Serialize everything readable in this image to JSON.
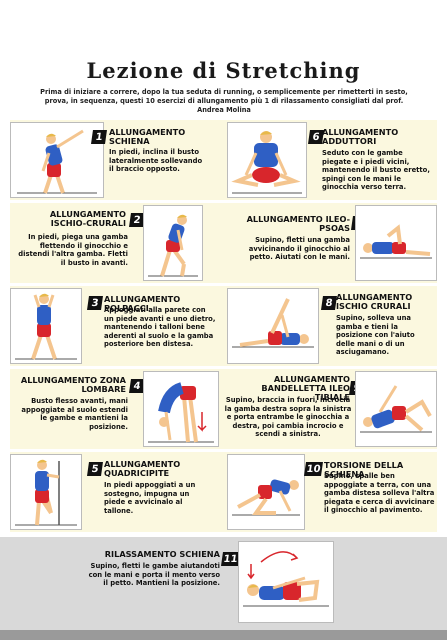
{
  "header": {
    "title": "Lezione di Stretching",
    "intro": "Prima di iniziare a correre, dopo la tua seduta di running, o semplicemente per rimetterti in sesto, prova, in sequenza, questi 10 esercizi di allungamento più 1 di rilassamento consigliati dal prof. Andrea Molina"
  },
  "exercises": [
    {
      "num": "1",
      "title": "ALLUNGAMENTO SCHIENA",
      "desc": "In piedi, inclina il busto lateralmente sollevando il braccio opposto."
    },
    {
      "num": "2",
      "title": "ALLUNGAMENTO ISCHIO-CRURALI",
      "desc": "In piedi, piega una gamba flettendo il ginocchio e distendi l'altra gamba. Fletti il busto in avanti."
    },
    {
      "num": "3",
      "title": "ALLUNGAMENTO POLPACCI",
      "desc": "Appoggiati alla parete con un piede avanti e uno dietro, mantenendo i talloni bene aderenti al suolo e la gamba posteriore ben distesa."
    },
    {
      "num": "4",
      "title": "ALLUNGAMENTO ZONA LOMBARE",
      "desc": "Busto flesso avanti, mani appoggiate al suolo estendi le gambe e mantieni la posizione."
    },
    {
      "num": "5",
      "title": "ALLUNGAMENTO QUADRICIPITE",
      "desc": "In piedi appoggiati a un sostegno, impugna un piede e avvicinalo al tallone."
    },
    {
      "num": "6",
      "title": "ALLUNGAMENTO ADDUTTORI",
      "desc": "Seduto con le gambe piegate e i piedi vicini, mantenendo il busto eretto, spingi con le mani le ginocchia verso terra."
    },
    {
      "num": "7",
      "title": "ALLUNGAMENTO ILEO-PSOAS",
      "desc": "Supino, fletti una gamba avvicinando il ginocchio al petto. Aiutati con le mani."
    },
    {
      "num": "8",
      "title": "ALLUNGAMENTO ISCHIO CRURALI",
      "desc": "Supino, solleva una gamba e tieni la posizione con l'aiuto delle mani o di un asciugamano."
    },
    {
      "num": "9",
      "title": "ALLUNGAMENTO BANDELLETTA ILEO TIBIALE",
      "desc": "Supino, braccia in fuori, incrocia la gamba destra sopra la sinistra e porta entrambe le ginocchia a destra, poi cambia incrocio e scendi a sinistra."
    },
    {
      "num": "10",
      "title": "TORSIONE DELLA SCHIENA",
      "desc": "Supino, spalle ben appoggiate a terra, con una gamba distesa solleva l'altra piegata e cerca di avvicinare il ginocchio al pavimento."
    },
    {
      "num": "11",
      "title": "RILASSAMENTO SCHIENA",
      "desc": "Supino, fletti le gambe aiutandoti con le mani e porta il mento verso il petto. Mantieni la posizione."
    }
  ],
  "colors": {
    "shirt": "#2f5fc4",
    "shorts": "#d8262c",
    "skin": "#f4c58f",
    "hair": "#e7b94a",
    "band": "#fbf8df"
  }
}
